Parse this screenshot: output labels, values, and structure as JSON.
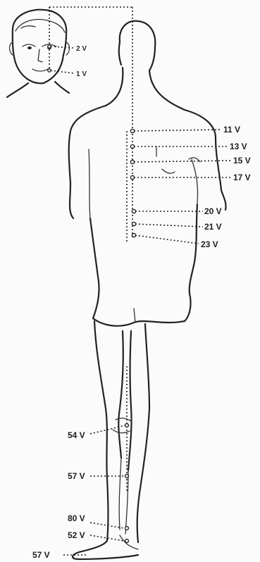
{
  "figure": {
    "labels": {
      "face_2v": "2 V",
      "face_1v": "1 V",
      "back_11v": "11 V",
      "back_13v": "13 V",
      "back_15v": "15 V",
      "back_17v": "17 V",
      "back_20v": "20 V",
      "back_21v": "21 V",
      "back_23v": "23 V",
      "leg_54v": "54 V",
      "leg_57v": "57 V",
      "leg_80v": "80 V",
      "leg_52v": "52 V",
      "foot_57v": "57 V"
    },
    "colors": {
      "ink": "#222222",
      "paper": "#fbfbfb"
    }
  }
}
